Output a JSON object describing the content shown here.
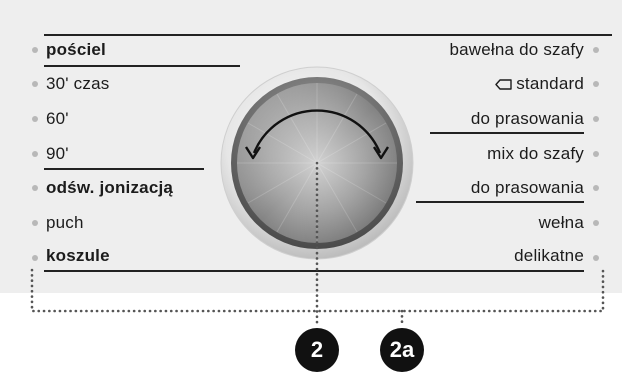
{
  "left_programs": [
    {
      "label": "pościel",
      "bold": true
    },
    {
      "label": "30'  czas",
      "bold": false
    },
    {
      "label": "60'",
      "bold": false
    },
    {
      "label": "90'",
      "bold": false
    },
    {
      "label": "odśw. jonizacją",
      "bold": true
    },
    {
      "label": "puch",
      "bold": false
    },
    {
      "label": "koszule",
      "bold": true
    }
  ],
  "right_programs": [
    {
      "label": "bawełna do szafy",
      "icon": ""
    },
    {
      "label": "standard",
      "icon": "tag-icon"
    },
    {
      "label": "do prasowania",
      "icon": ""
    },
    {
      "label": "mix do szafy",
      "icon": ""
    },
    {
      "label": "do prasowania",
      "icon": ""
    },
    {
      "label": "wełna",
      "icon": ""
    },
    {
      "label": "delikatne",
      "icon": ""
    }
  ],
  "knob": {
    "name": "program-selector-knob"
  },
  "callouts": [
    {
      "label": "2"
    },
    {
      "label": "2a"
    }
  ],
  "colors": {
    "panel": "#eeeeee",
    "text": "#1c1c1c",
    "indicator_dot": "#b8b8b8",
    "callout_bg": "#111111",
    "callout_text": "#ffffff",
    "leader_line": "#555555"
  }
}
